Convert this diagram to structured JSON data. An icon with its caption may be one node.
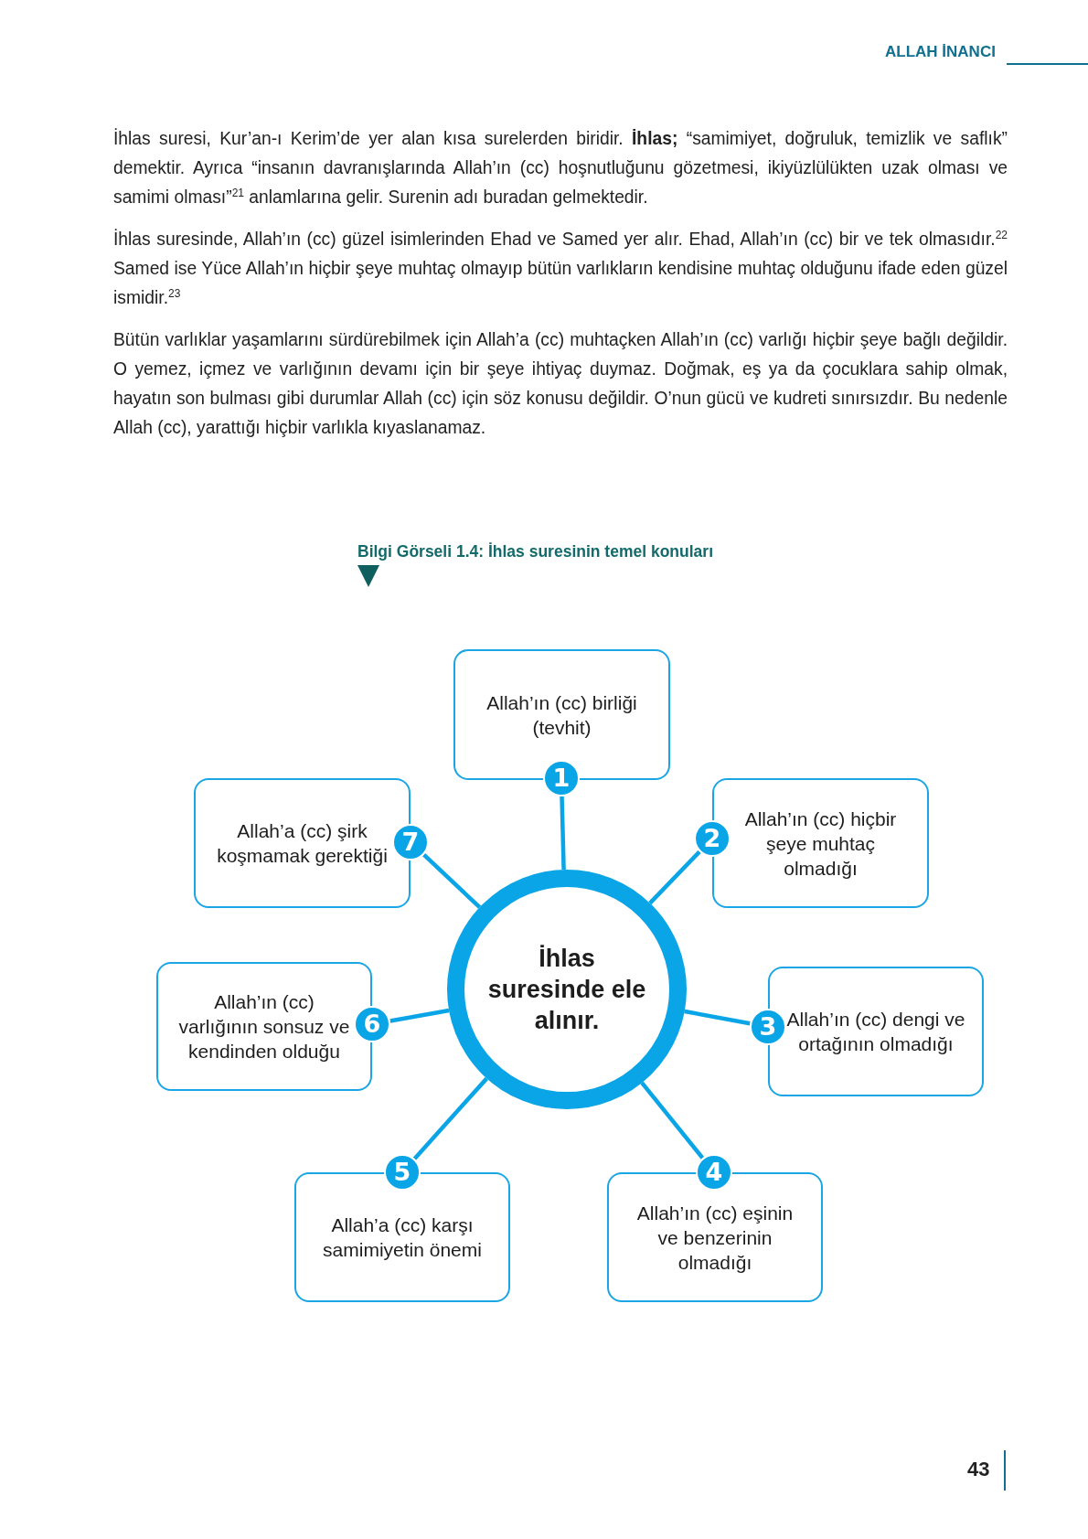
{
  "diagram": {
    "title": "Bilgi Görseli 1.4: İhlas suresinin temel konuları",
    "nodes": [
      {
        "text": [
          "İhlas suresinde ele alınır."
        ]
      },
      {
        "text": [
          "Allah’ın (cc) birliği (tevhit)"
        ]
      },
      {
        "text": [
          "1"
        ]
      },
      {
        "text": [
          "Allah’ın (cc) hiçbir şeye muhtaç olmadığı"
        ]
      },
      {
        "text": [
          "2"
        ]
      },
      {
        "text": [
          "Allah’ın (cc) dengi ve ortağının olmadığı"
        ]
      },
      {
        "text": [
          "3"
        ]
      },
      {
        "text": [
          "Allah’ın (cc) eşinin ve benzerinin olmadığı"
        ]
      },
      {
        "text": [
          "4"
        ]
      },
      {
        "text": [
          "Allah’a (cc) karşı samimiyetin önemi"
        ]
      },
      {
        "text": [
          "5"
        ]
      },
      {
        "text": [
          "Allah’ın (cc) varlığının sonsuz ve kendinden olduğu"
        ]
      },
      {
        "text": [
          "6"
        ]
      },
      {
        "text": [
          "Allah’a (cc) şirk koşmamak gerektiği"
        ]
      },
      {
        "text": [
          "7"
        ]
      }
    ],
    "edges": [
      {
        "from": 0,
        "to": 2,
        "arrow": "none"
      },
      {
        "from": 0,
        "to": 4,
        "arrow": "none"
      },
      {
        "from": 0,
        "to": 6,
        "arrow": "none"
      },
      {
        "from": 0,
        "to": 8,
        "arrow": "none"
      },
      {
        "from": 0,
        "to": 10,
        "arrow": "none"
      },
      {
        "from": 0,
        "to": 12,
        "arrow": "none"
      },
      {
        "from": 0,
        "to": 14,
        "arrow": "none"
      }
    ],
    "labels": [
      "ALLAH İNANCI",
      "İhlas suresi, Kur’an-ı Kerim’de yer alan kısa surelerden biridir. **İhlas;** “samimiyet, doğruluk, temizlik ve saflık” demektir. Ayrıca “insanın davranışlarında Allah’ın (cc) hoşnutluğunu gözetmesi, ikiyüzlülükten uzak olması ve samimi olması”$^{21}$ anlamlarına gelir. Surenin adı buradan gelmektedir.",
      "İhlas suresinde, Allah’ın (cc) güzel isimlerinden Ehad ve Samed yer alır. Ehad, Allah’ın (cc) bir ve tek olmasıdır.$^{22}$ Samed ise Yüce Allah’ın hiçbir şeye muhtaç olmayıp bütün varlıkların kendisine muhtaç olduğunu ifade eden güzel ismidir.$^{23}$",
      "Bütün varlıklar yaşamlarını sürdürebilmek için Allah’a (cc) muhtaçken Allah’ın (cc) varlığı hiçbir şeye bağlı değildir. O yemez, içmez ve varlığının devamı için bir şeye ihtiyaç duymaz. Doğmak, eş ya da çocuklara sahip olmak, hayatın son bulması gibi durumlar Allah (cc) için söz konusu değildir. O’nun gücü ve kudreti sınırsızdır. Bu nedenle Allah (cc), yarattığı hiçbir varlıkla kıyaslanamaz.",
      "43"
    ]
  }
}
